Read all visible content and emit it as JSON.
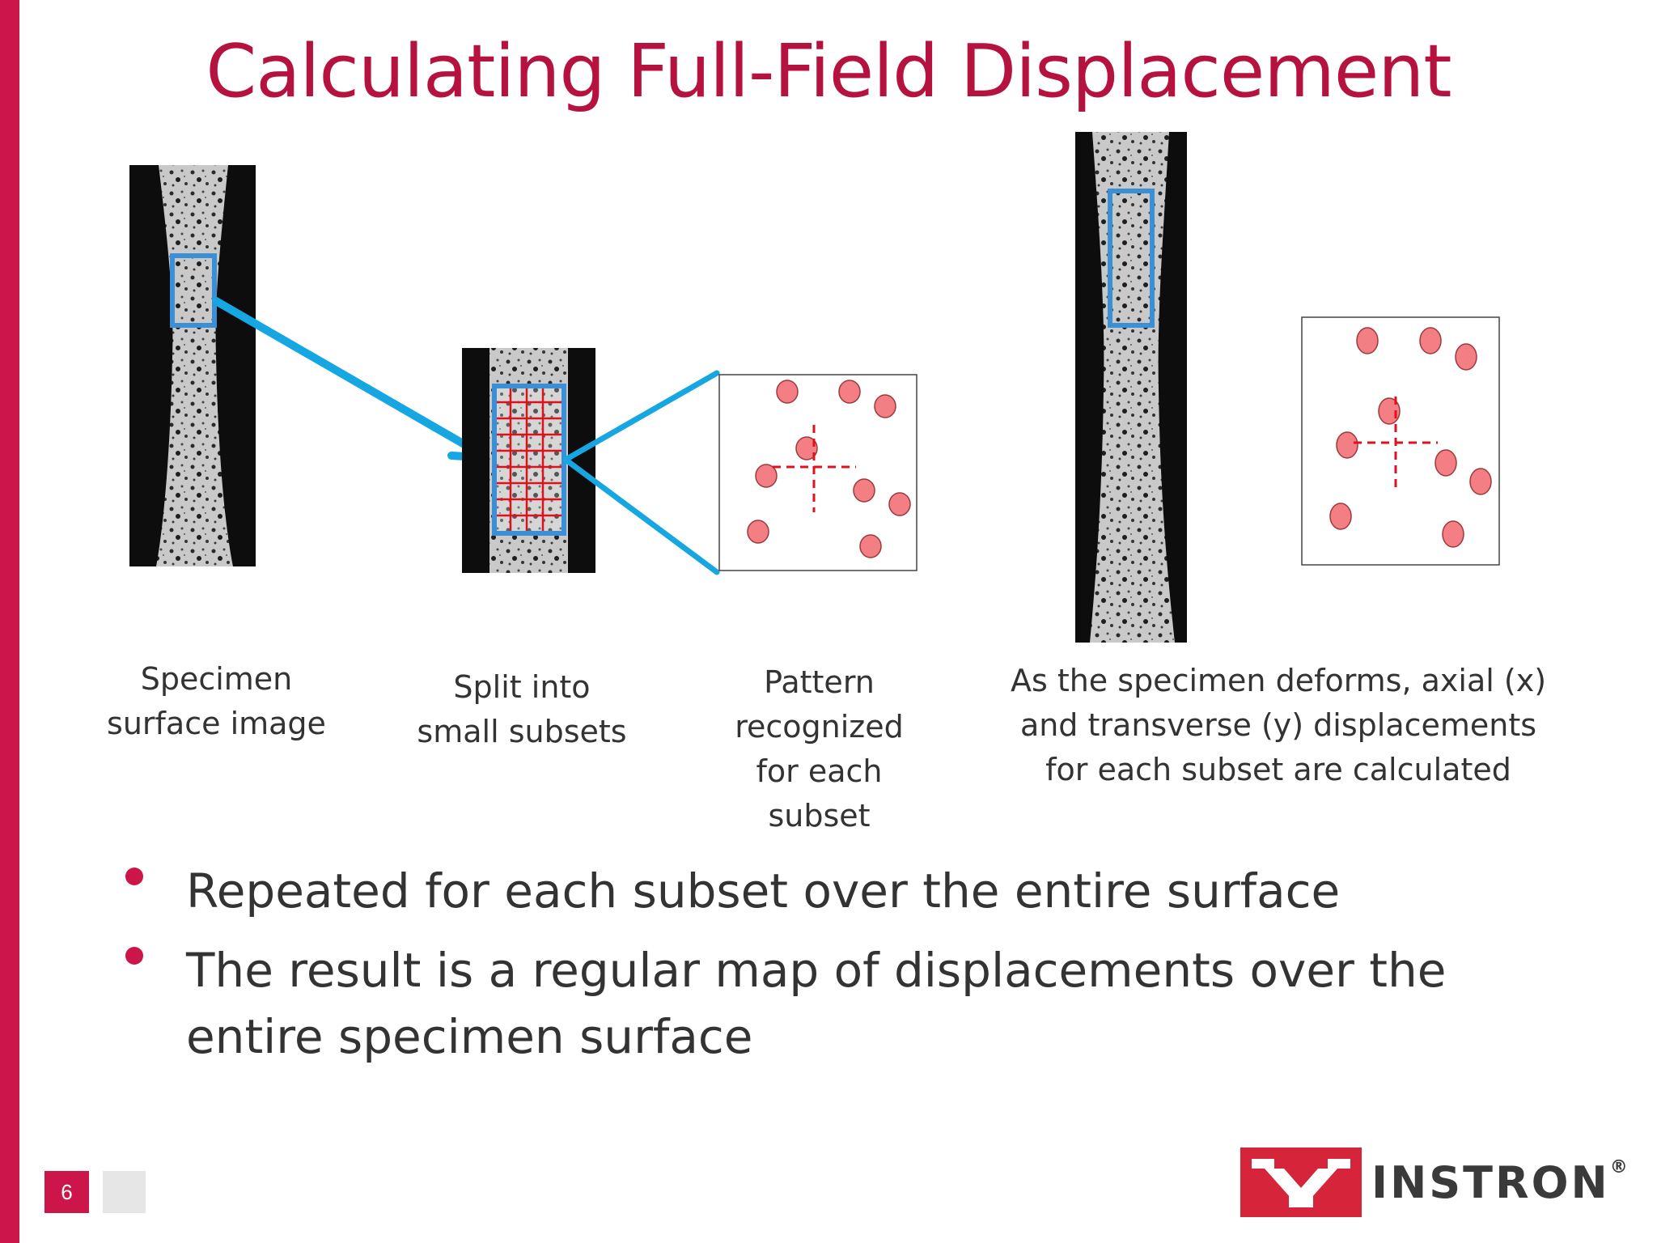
{
  "title": "Calculating Full-Field Displacement",
  "captions": {
    "specimen": [
      "Specimen",
      "surface image"
    ],
    "split": [
      "Split into",
      "small subsets"
    ],
    "pattern": [
      "Pattern",
      "recognized",
      "for each",
      "subset"
    ],
    "deform": [
      "As the specimen deforms, axial (x)",
      "and transverse (y) displacements",
      "for each subset are calculated"
    ]
  },
  "bullets": [
    [
      "Repeated for each subset over the entire surface"
    ],
    [
      "The result is a regular map of displacements over the",
      "entire specimen surface"
    ]
  ],
  "page_number": "6",
  "logo": {
    "text": "INSTRON",
    "registered": "®"
  },
  "colors": {
    "accent": "#cc1548",
    "title": "#b5123f",
    "arrow": "#16a6e2",
    "highlight": "#3a8fd6",
    "dot": "#f37e83",
    "grid": "#e0101d"
  }
}
